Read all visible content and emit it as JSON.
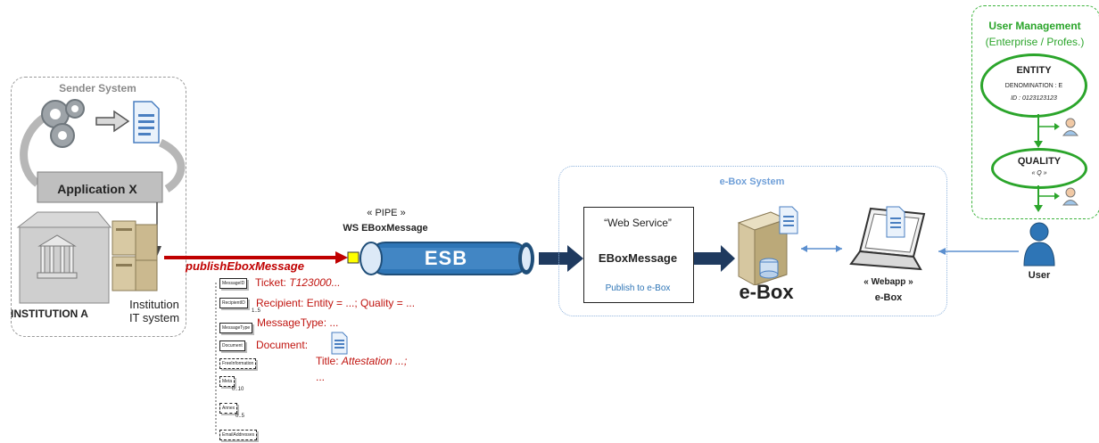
{
  "sender_system": {
    "title": "Sender System",
    "application_label": "Application X",
    "institution_label": "INSTITUTION A",
    "it_system_line1": "Institution",
    "it_system_line2": "IT system"
  },
  "pipe": {
    "label_line1": "« PIPE »",
    "label_line2": "WS EBoxMessage",
    "esb_label": "ESB",
    "publish_label": "publishEboxMessage"
  },
  "message_schema": {
    "elements": [
      {
        "name": "MessageID",
        "annotation_key": "Ticket: ",
        "annotation_value": "T123000..."
      },
      {
        "name": "RecipientID",
        "annotation_key": "Recipient: Entity = ...; Quality = ...",
        "annotation_value": "",
        "cardinality": "1..5"
      },
      {
        "name": "MessageType",
        "annotation_key": "MessageType: ...",
        "annotation_value": ""
      },
      {
        "name": "Document",
        "annotation_key": "Document:",
        "annotation_value": ""
      },
      {
        "name": "FreeInformation",
        "annotation_key": "",
        "annotation_value": ""
      },
      {
        "name": "Meta",
        "annotation_key": "",
        "annotation_value": "",
        "cardinality": "0..10"
      },
      {
        "name": "Annex",
        "annotation_key": "",
        "annotation_value": "",
        "cardinality": "0..5"
      },
      {
        "name": "EmailAddresses",
        "annotation_key": "",
        "annotation_value": ""
      }
    ],
    "document_title_key": "Title: ",
    "document_title_value": "Attestation ...;",
    "ellipsis": "..."
  },
  "ebox_system": {
    "title": "e-Box System",
    "ws_title": "“Web Service”",
    "ws_name": "EBoxMessage",
    "ws_action": "Publish to e-Box",
    "server_label": "e-Box",
    "webapp_line1": "« Webapp »",
    "webapp_line2": "e-Box"
  },
  "user_management": {
    "title_line1": "User Management",
    "title_line2": "(Enterprise / Profes.)",
    "entity_title": "ENTITY",
    "entity_denomination": "DENOMINATION   : E",
    "entity_id": "ID : 0123123123",
    "quality_title": "QUALITY",
    "quality_value": "« Q »",
    "user_label": "User"
  },
  "colors": {
    "red_arrow": "#c00000",
    "esb_blue": "#1f4e79",
    "pipe_fill": "#2e75b6",
    "green": "#2ba52b",
    "ebox_title": "#6f9fd8"
  }
}
